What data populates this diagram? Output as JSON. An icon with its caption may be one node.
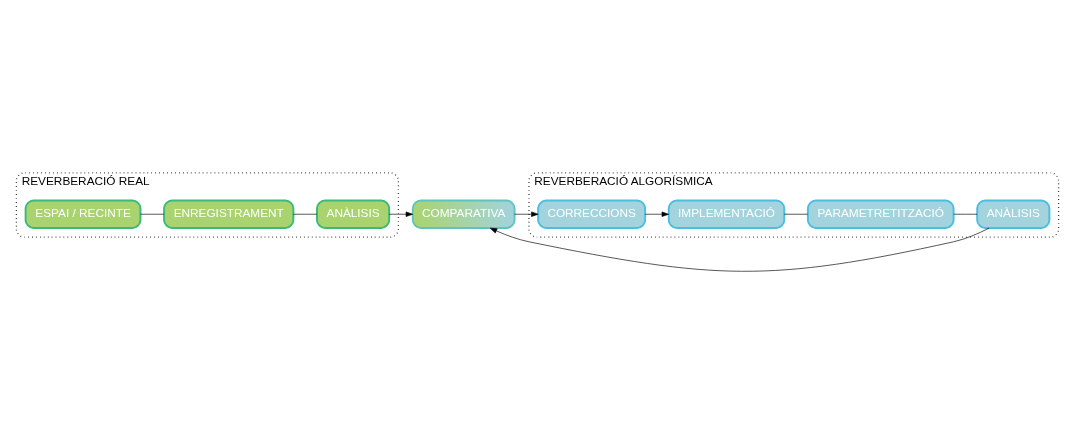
{
  "diagram": {
    "nodes": [
      {
        "text": [
          "REVERBERACIÓ REAL"
        ]
      },
      {
        "text": [
          "ESPAI / RECINTE"
        ],
        "in": 0
      },
      {
        "text": [
          "ENREGISTRAMENT"
        ],
        "in": 0
      },
      {
        "text": [
          "ANÀLISIS"
        ],
        "in": 0
      },
      {
        "text": [
          "COMPARATIVA"
        ]
      },
      {
        "text": [
          "REVERBERACIÓ ALGORÍSMICA"
        ]
      },
      {
        "text": [
          "IMPLEMENTACIÓ"
        ],
        "in": 5
      },
      {
        "text": [
          "PARAMETRETITZACIÓ"
        ],
        "in": 5
      },
      {
        "text": [
          "ANÀLISIS"
        ],
        "in": 5
      },
      {
        "text": [
          "CORRECCIONS"
        ],
        "in": 5
      }
    ],
    "edges": [
      {
        "from": 1,
        "to": 2,
        "arrow": "none"
      },
      {
        "from": 2,
        "to": 3,
        "arrow": "none"
      },
      {
        "from": 3,
        "to": 4,
        "arrow": "to"
      },
      {
        "from": 8,
        "to": 4,
        "arrow": "to"
      },
      {
        "from": 4,
        "to": 9,
        "arrow": "to"
      },
      {
        "from": 9,
        "to": 6,
        "arrow": "to"
      },
      {
        "from": 6,
        "to": 7,
        "arrow": "none"
      },
      {
        "from": 7,
        "to": 8,
        "arrow": "none"
      }
    ]
  }
}
